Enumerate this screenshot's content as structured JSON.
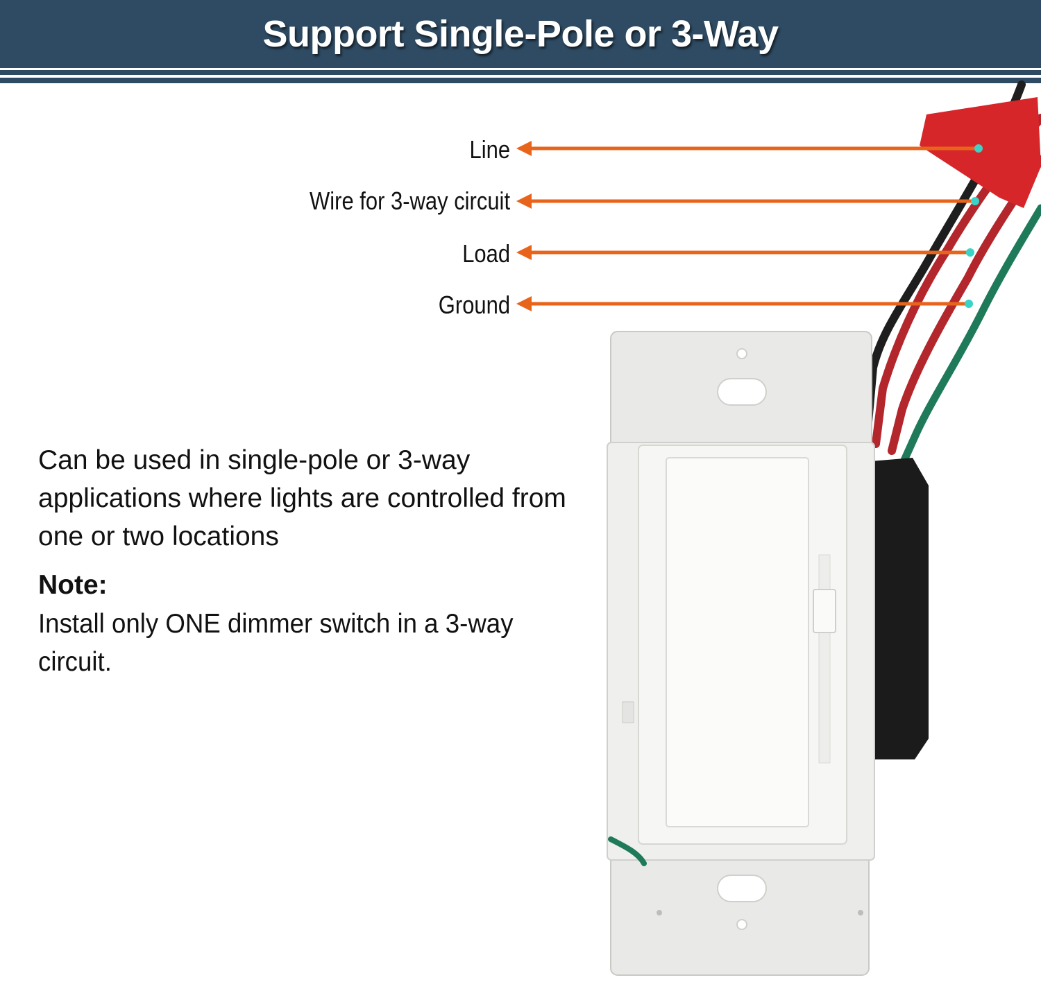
{
  "header": {
    "title": "Support Single-Pole or 3-Way"
  },
  "wires": [
    {
      "label": "Line"
    },
    {
      "label": "Wire for 3-way circuit"
    },
    {
      "label": "Load"
    },
    {
      "label": "Ground"
    }
  ],
  "description": "Can be used in single-pole or 3-way applications where lights are controlled from one or two locations",
  "note": {
    "title": "Note:",
    "body": "Install only ONE dimmer switch in a 3-way circuit."
  },
  "colors": {
    "banner": "#2e4b63",
    "arrow": "#e8641b",
    "marker": "#39d3c8",
    "wire_black": "#1e1e1e",
    "wire_red": "#b3262c",
    "wire_green": "#1f7a5a"
  }
}
